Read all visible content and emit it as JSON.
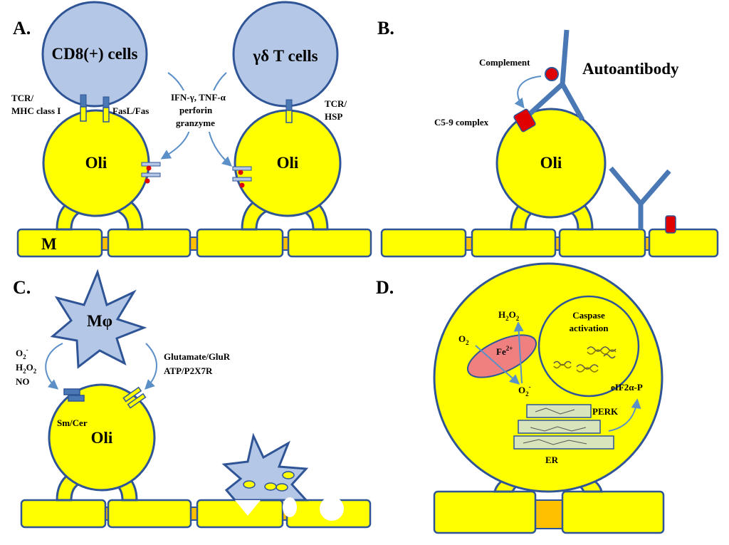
{
  "panels": {
    "a": "A.",
    "b": "B.",
    "c": "C.",
    "d": "D."
  },
  "panel_a": {
    "cd8_label": "CD8(+) cells",
    "gd_label": "γδ T cells",
    "oli_label": "Oli",
    "myelin_label": "M",
    "tcr_mhc_line1": "TCR/",
    "tcr_mhc_line2": "MHC class I",
    "fasl": "FasL/Fas",
    "cytokines_line1": "IFN-γ, TNF-α",
    "cytokines_line2": "perforin",
    "cytokines_line3": "granzyme",
    "tcr_hsp_line1": "TCR/",
    "tcr_hsp_line2": "HSP"
  },
  "panel_b": {
    "complement": "Complement",
    "autoantibody": "Autoantibody",
    "c59": "C5-9 complex",
    "oli_label": "Oli"
  },
  "panel_c": {
    "macrophage": "Mφ",
    "ros_line1": "O",
    "ros_line1_sub": "2",
    "ros_line1_sup": "-",
    "ros_line2": "H",
    "ros_line2_sub1": "2",
    "ros_line2_mid": "O",
    "ros_line2_sub2": "2",
    "ros_line3": "NO",
    "glut_line1": "Glutamate/GluR",
    "glut_line2": "ATP/P2X7R",
    "smcer": "Sm/Cer",
    "oli_label": "Oli"
  },
  "panel_d": {
    "h2o2": "H",
    "h2o2_sub1": "2",
    "h2o2_mid": "O",
    "h2o2_sub2": "2",
    "o2": "O",
    "o2_sub": "2",
    "fe": "Fe",
    "fe_sup": "2+",
    "o2minus": "O",
    "o2minus_sub": "2",
    "o2minus_sup": "-",
    "caspase_line1": "Caspase",
    "caspase_line2": "activation",
    "eif": "eIF2α-P",
    "perk": "PERK",
    "er": "ER"
  },
  "colors": {
    "oligodendrocyte": "#ffff00",
    "immune_cell": "#b4c7e7",
    "outline": "#2f5597",
    "node_gap": "#ffc000",
    "complement_red": "#e00000",
    "iron_pink": "#f08080",
    "er_green": "#d8e4bc"
  }
}
